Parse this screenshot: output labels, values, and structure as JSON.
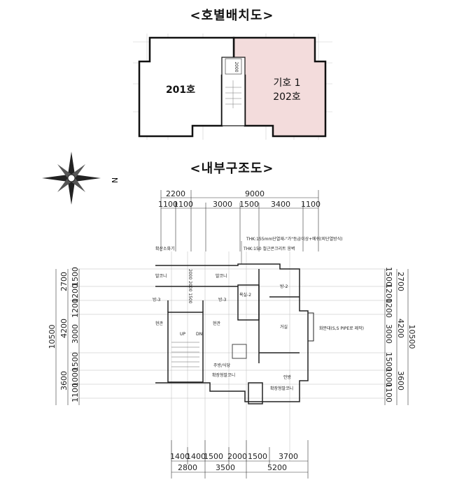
{
  "unit_plan": {
    "title": "<호별배치도>",
    "units": [
      "201호",
      "기호 1",
      "202호"
    ],
    "stair_label": "2000",
    "highlight_color": "#f3dcdc"
  },
  "interior_plan": {
    "title": "<내부구조도>",
    "compass_letter": "N",
    "top_dims_row1": [
      "2200",
      "9000"
    ],
    "top_dims_row2": [
      "1100",
      "1100",
      "3000",
      "1500",
      "3400",
      "1100"
    ],
    "bottom_dims_row1": [
      "1400",
      "1400",
      "1500",
      "2000",
      "1500",
      "3700"
    ],
    "bottom_dims_row2": [
      "2800",
      "3500",
      "5200"
    ],
    "side_total": "10500",
    "side_dims_row1": [
      "2700",
      "4200",
      "3600"
    ],
    "side_dims_row2": [
      "1500",
      "1200",
      "1200",
      "3000",
      "1500",
      "1000",
      "1100"
    ],
    "rooms": {
      "balcony_left": "발코니",
      "balcony_mid": "발코니",
      "room3_left": "방-3",
      "room3_mid": "방-3",
      "entry_left": "현관",
      "entry_mid": "현관",
      "room2": "방-2",
      "living": "거실",
      "kitchen": "주방/식당",
      "master": "안방",
      "ext_balcony_1": "확장형발코니",
      "ext_balcony_2": "확장형발코니",
      "bath": "욕실-2",
      "stair_up": "UP",
      "stair_dn": "DN",
      "stair_dim": "2000 2000 1500"
    },
    "notes": {
      "extinguisher": "확산소화기",
      "thk155": "THK:155mm단열재-\"가\"등급이상+메쉬(외단열방식)",
      "thk150": "THK:150 철근콘크리트 옹벽",
      "planter": "화분대(S,S PIPE로 제작)"
    }
  }
}
